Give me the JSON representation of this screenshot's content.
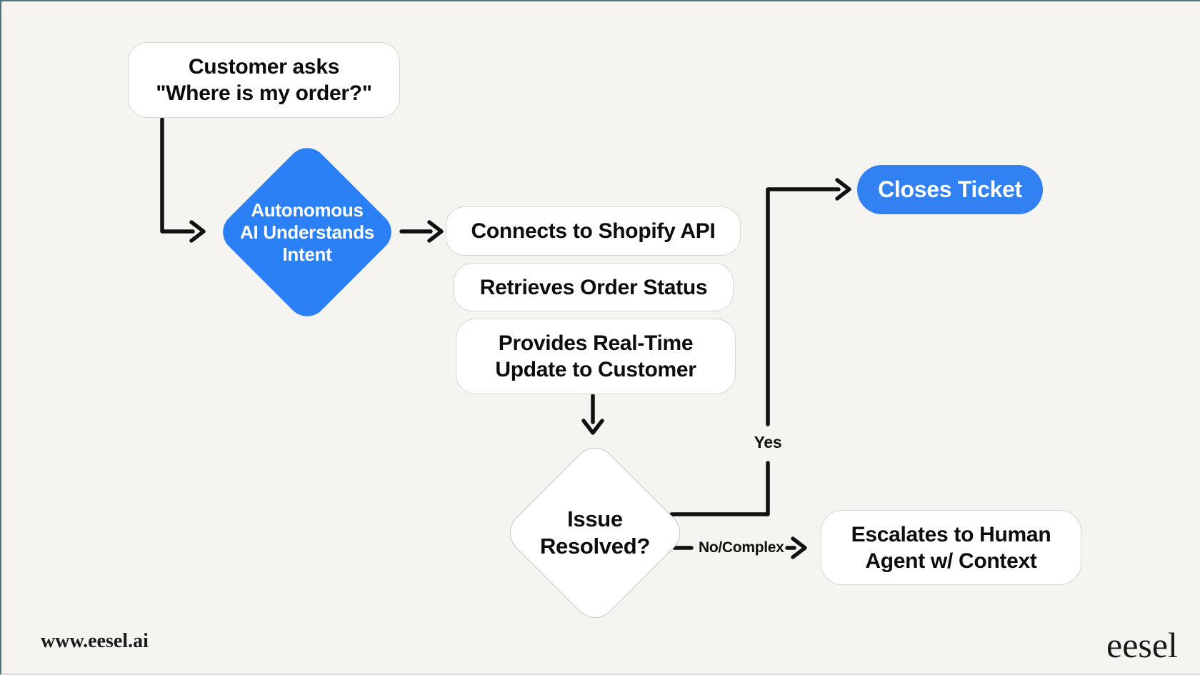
{
  "page": {
    "background": "#f5f4f1",
    "edge_trim_color": "#56707a"
  },
  "colors": {
    "accent_blue_diamond": "#2b80f5",
    "accent_blue_pill": "#3181f3",
    "arrow_black": "#111111",
    "node_white": "#ffffff",
    "node_border_gray": "#d8d6d2",
    "text_dark": "#0d0d0d",
    "text_light": "#ffffff"
  },
  "flowchart": {
    "nodes": [
      {
        "id": "start",
        "type": "rounded-rect",
        "variant": "white",
        "label_lines": [
          "Customer asks",
          "\"Where is my order?\""
        ]
      },
      {
        "id": "ai-intent",
        "type": "diamond",
        "variant": "blue",
        "label_lines": [
          "Autonomous",
          "AI Understands",
          "Intent"
        ]
      },
      {
        "id": "shopify-api",
        "type": "rounded-rect",
        "variant": "white",
        "label_lines": [
          "Connects to Shopify API"
        ]
      },
      {
        "id": "order-status",
        "type": "rounded-rect",
        "variant": "white",
        "label_lines": [
          "Retrieves Order Status"
        ]
      },
      {
        "id": "realtime-update",
        "type": "rounded-rect",
        "variant": "white",
        "label_lines": [
          "Provides Real-Time",
          "Update to Customer"
        ]
      },
      {
        "id": "issue-resolved",
        "type": "diamond",
        "variant": "white",
        "label_lines": [
          "Issue",
          "Resolved?"
        ]
      },
      {
        "id": "closes-ticket",
        "type": "pill",
        "variant": "blue",
        "label_lines": [
          "Closes Ticket"
        ]
      },
      {
        "id": "escalate",
        "type": "rounded-rect",
        "variant": "white",
        "label_lines": [
          "Escalates to Human",
          "Agent w/ Context"
        ]
      }
    ],
    "edges": [
      {
        "from": "start",
        "to": "ai-intent",
        "label": ""
      },
      {
        "from": "ai-intent",
        "to": "shopify-api",
        "label": ""
      },
      {
        "from": "realtime-update",
        "to": "issue-resolved",
        "label": ""
      },
      {
        "from": "issue-resolved",
        "to": "closes-ticket",
        "label": "Yes"
      },
      {
        "from": "issue-resolved",
        "to": "escalate",
        "label": "No/Complex"
      }
    ]
  },
  "brand": {
    "website": "www.eesel.ai",
    "logo": "eesel"
  }
}
